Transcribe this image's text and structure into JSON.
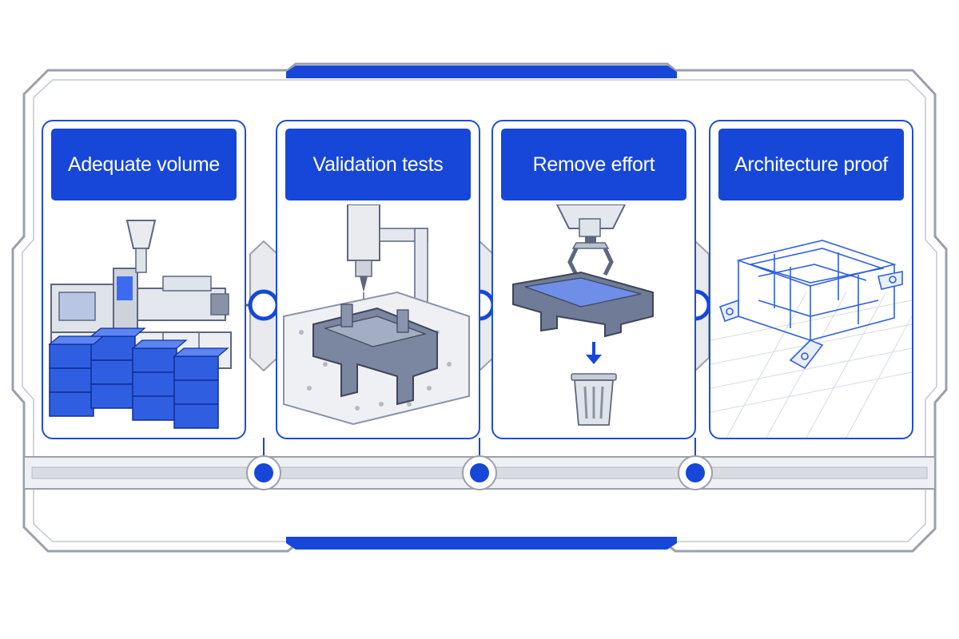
{
  "colors": {
    "accent": "#1647d8",
    "accent_light": "#3b6cf0",
    "frame_gray": "#9aa0ab",
    "rail_light": "#e6e8ed",
    "part_gray": "#5d6780"
  },
  "cards": [
    {
      "title": "Adequate volume",
      "icon": "injection-molding-machine-icon"
    },
    {
      "title": "Validation tests",
      "icon": "cnc-test-fixture-icon"
    },
    {
      "title": "Remove effort",
      "icon": "robot-gripper-trash-icon"
    },
    {
      "title": "Architecture proof",
      "icon": "wireframe-part-icon"
    }
  ]
}
